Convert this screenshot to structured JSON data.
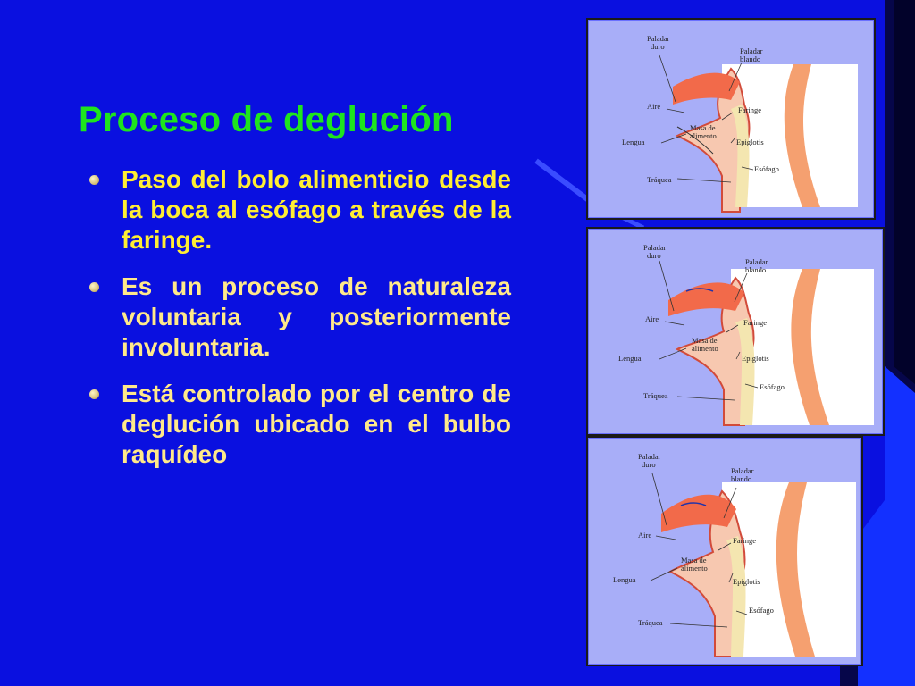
{
  "slide": {
    "title": "Proceso de deglución",
    "bullets": [
      "Paso del bolo alimenticio desde la boca al esófago a través de la faringe.",
      "Es un proceso de naturaleza voluntaria y posteriormente involuntaria.",
      "Está controlado por el centro de deglución ubicado en el bulbo raquídeo"
    ],
    "colors": {
      "background": "#0a10e0",
      "title": "#1ee51e",
      "bullet_text": "#ffee33",
      "panel": "#a8aef8"
    }
  },
  "diagrams": [
    {
      "labels": {
        "paladar_duro": [
          "Paladar",
          "duro"
        ],
        "paladar_blando": [
          "Paladar",
          "blando"
        ],
        "aire": "Aire",
        "faringe": "Faringe",
        "masa": [
          "Masa de",
          "alimento"
        ],
        "lengua": "Lengua",
        "epiglotis": "Epiglotis",
        "esofago": "Esófago",
        "traquea": "Tráquea"
      }
    },
    {
      "labels": {
        "paladar_duro": [
          "Paladar",
          "duro"
        ],
        "paladar_blando": [
          "Paladar",
          "blando"
        ],
        "aire": "Aire",
        "faringe": "Faringe",
        "masa": [
          "Masa de",
          "alimento"
        ],
        "lengua": "Lengua",
        "epiglotis": "Epiglotis",
        "esofago": "Esófago",
        "traquea": "Tráquea"
      }
    },
    {
      "labels": {
        "paladar_duro": [
          "Paladar",
          "duro"
        ],
        "paladar_blando": [
          "Paladar",
          "blando"
        ],
        "aire": "Aire",
        "faringe": "Faringe",
        "masa": [
          "Masa de",
          "alimento"
        ],
        "lengua": "Lengua",
        "epiglotis": "Epiglotis",
        "esofago": "Esófago",
        "traquea": "Tráquea"
      }
    }
  ]
}
